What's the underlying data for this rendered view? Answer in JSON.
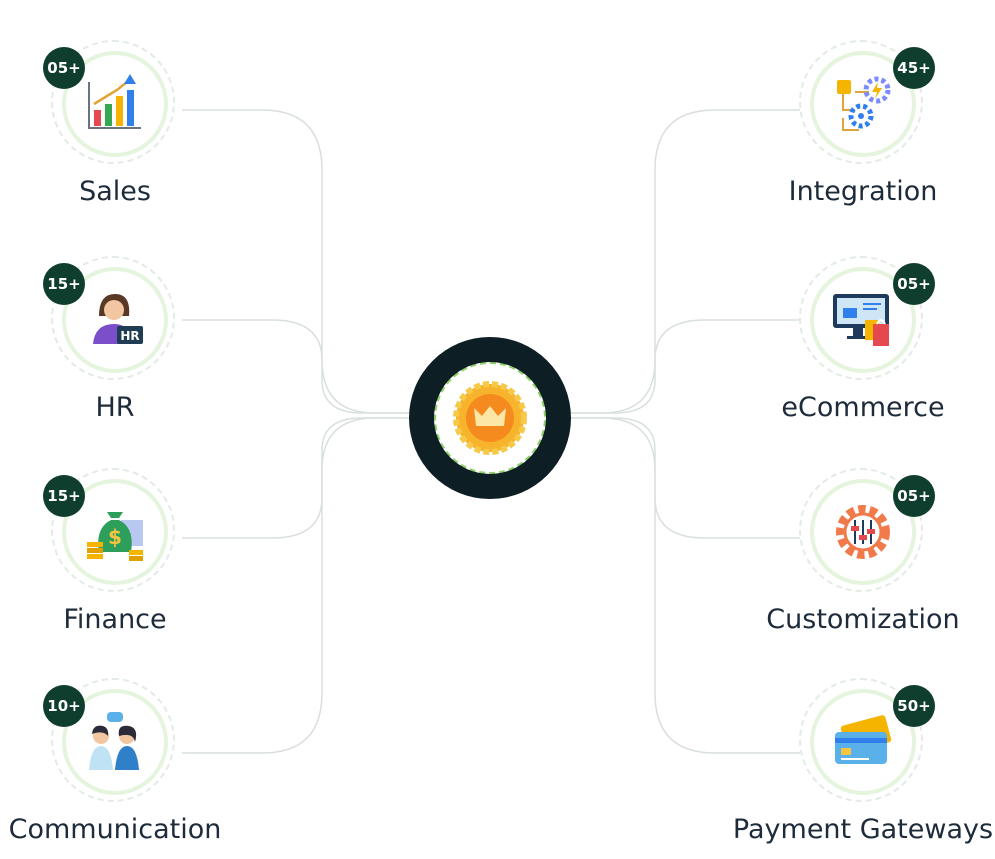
{
  "left_items": [
    {
      "name": "Sales",
      "badge": "05+",
      "icon": "sales-chart-icon"
    },
    {
      "name": "HR",
      "badge": "15+",
      "icon": "hr-person-icon"
    },
    {
      "name": "Finance",
      "badge": "15+",
      "icon": "money-bag-icon"
    },
    {
      "name": "Communication",
      "badge": "10+",
      "icon": "people-talking-icon"
    }
  ],
  "right_items": [
    {
      "name": "Integration",
      "badge": "45+",
      "icon": "gears-circuit-icon"
    },
    {
      "name": "eCommerce",
      "badge": "05+",
      "icon": "shopping-screen-icon"
    },
    {
      "name": "Customization",
      "badge": "05+",
      "icon": "settings-sliders-icon"
    },
    {
      "name": "Payment Gateways",
      "badge": "50+",
      "icon": "credit-card-icon"
    }
  ],
  "center": {
    "icon": "crown-badge-icon"
  },
  "colors": {
    "badge_bg": "#0f3d2e",
    "ring_border": "#e5f4dd",
    "center_bg": "#0d1e24",
    "connector": "#d9e0dc",
    "label": "#1d2b3a"
  }
}
